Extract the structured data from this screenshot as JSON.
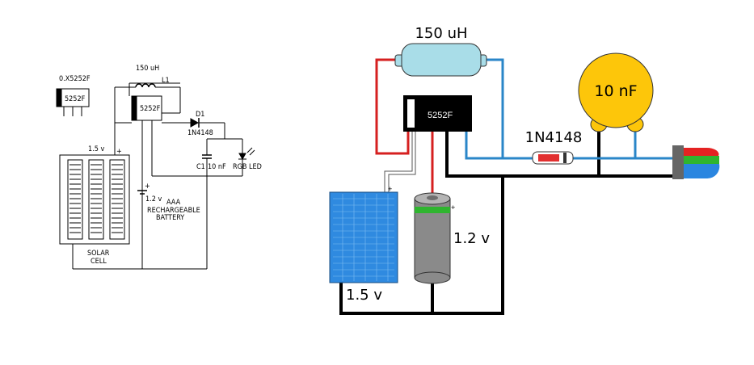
{
  "schematic": {
    "ic_package_label": "0.X5252F",
    "ic_package_part": "5252F",
    "inductor_value": "150 uH",
    "inductor_ref": "L1",
    "ic_label": "5252F",
    "diode_ref": "D1",
    "diode_part": "1N4148",
    "capacitor_ref": "C1",
    "capacitor_value": "10 nF",
    "led_label": "RGB LED",
    "solar_voltage": "1.5 v",
    "solar_label_line1": "SOLAR",
    "solar_label_line2": "CELL",
    "battery_voltage": "1.2 v",
    "battery_label_line1": "AAA",
    "battery_label_line2": "RECHARGEABLE",
    "battery_label_line3": "BATTERY",
    "plus_sign": "+"
  },
  "wiring": {
    "inductor_label": "150 uH",
    "ic_label": "5252F",
    "diode_label": "1N4148",
    "capacitor_label": "10 nF",
    "solar_voltage": "1.5 v",
    "battery_voltage": "1.2 v",
    "plus_sign": "+"
  },
  "colors": {
    "inductor_fill": "#a9dde8",
    "capacitor_fill": "#fdc60a",
    "solar_fill": "#2f8ae0",
    "battery_fill": "#8a8a8a",
    "battery_band": "#2fb52f",
    "wire_red": "#d62020",
    "wire_blue": "#2a86c8",
    "wire_black": "#000000",
    "led_red": "#e42222",
    "led_green": "#2fb52f",
    "led_blue": "#2a86e0"
  }
}
